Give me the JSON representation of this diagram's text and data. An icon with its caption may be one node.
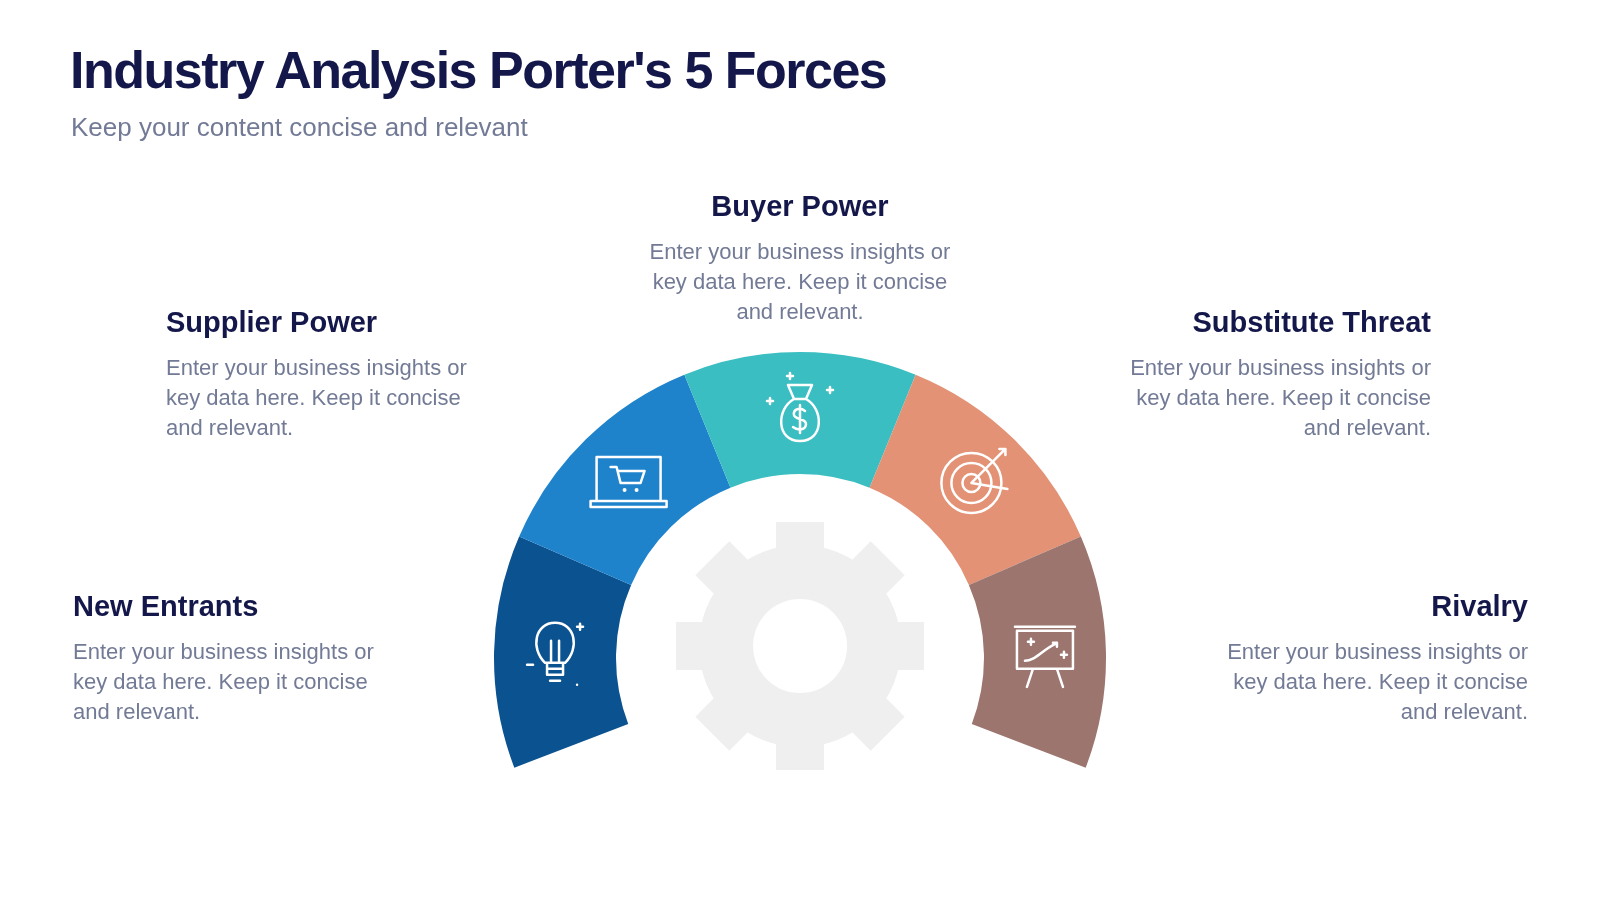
{
  "diagram": {
    "title": "Industry Analysis Porter's 5 Forces",
    "nodes": [
      {
        "text": [],
        "shape": "box",
        "beside": [
          "New Entrants",
          "Enter your business insights or key data here. Keep it concise and relevant."
        ]
      },
      {
        "text": [],
        "shape": "box",
        "beside": [
          "Supplier Power",
          "Enter your business insights or key data here. Keep it concise and relevant."
        ]
      },
      {
        "text": [],
        "shape": "box",
        "beside": [
          "Buyer Power",
          "Enter your business insights or key data here. Keep it concise and relevant."
        ]
      },
      {
        "text": [],
        "shape": "box",
        "beside": [
          "Substitute Threat",
          "Enter your business insights or key data here. Keep it concise and relevant."
        ]
      },
      {
        "text": [],
        "shape": "box",
        "beside": [
          "Rivalry",
          "Enter your business insights or key data here. Keep it concise and relevant."
        ]
      }
    ],
    "labels": [
      "Keep your content concise and relevant"
    ]
  }
}
